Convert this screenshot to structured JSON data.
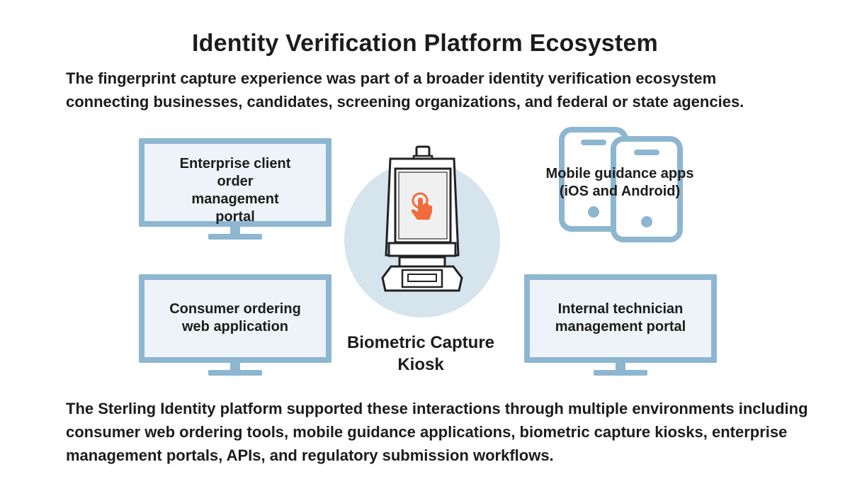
{
  "title": "Identity Verification Platform Ecosystem",
  "intro": "The fingerprint capture experience was part of a broader identity verification ecosystem connecting businesses, candidates, screening organizations, and federal or state agencies.",
  "nodes": {
    "enterprise_portal": "Enterprise client order management portal",
    "mobile_apps": "Mobile guidance apps (iOS and Android)",
    "consumer_web": "Consumer ordering web application",
    "technician_portal": "Internal technician management portal",
    "kiosk": "Biometric Capture Kiosk"
  },
  "outro": "The Sterling Identity platform supported these interactions through multiple environments including consumer web ordering tools, mobile guidance applications, biometric capture kiosks, enterprise management portals, APIs, and regulatory submission workflows.",
  "colors": {
    "device_frame": "#8db6d0",
    "screen_fill": "#edf3f8",
    "kiosk_circle": "#d6e4ee",
    "accent": "#f26b3a"
  }
}
